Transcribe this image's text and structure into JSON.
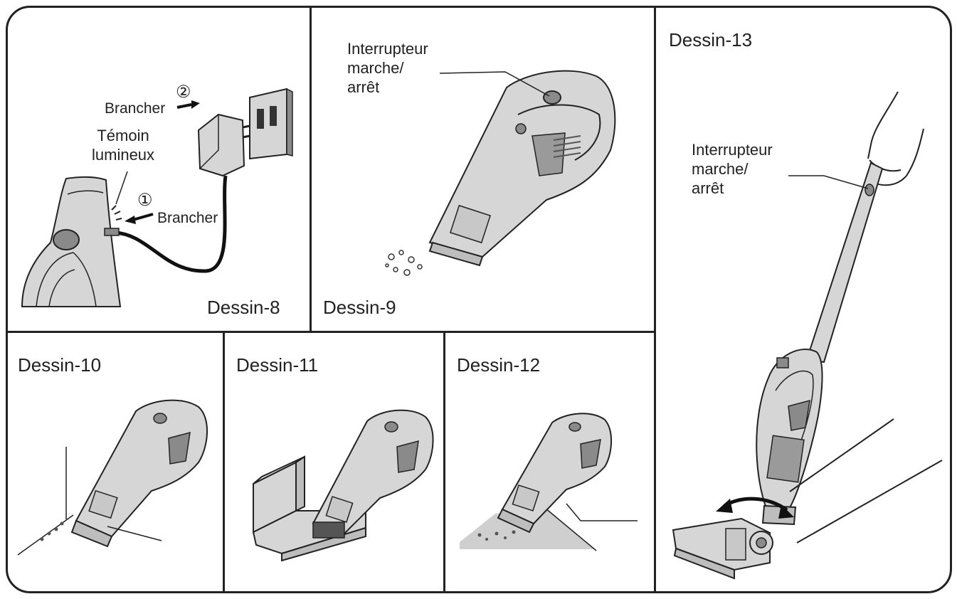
{
  "panels": {
    "d8": {
      "caption": "Dessin-8",
      "brancher_top": "Brancher",
      "brancher_bottom": "Brancher",
      "step_2": "②",
      "step_1": "①",
      "temoin": "Témoin\nlumineux"
    },
    "d9": {
      "caption": "Dessin-9",
      "switch_label": "Interrupteur\nmarche/\narrêt"
    },
    "d10": {
      "caption": "Dessin-10"
    },
    "d11": {
      "caption": "Dessin-11"
    },
    "d12": {
      "caption": "Dessin-12"
    },
    "d13": {
      "caption": "Dessin-13",
      "switch_label": "Interrupteur\nmarche/\narrêt"
    }
  },
  "colors": {
    "line": "#222222",
    "device_fill": "#d6d6d6",
    "device_dark": "#8a8a8a",
    "floor": "#cfcfcf"
  }
}
